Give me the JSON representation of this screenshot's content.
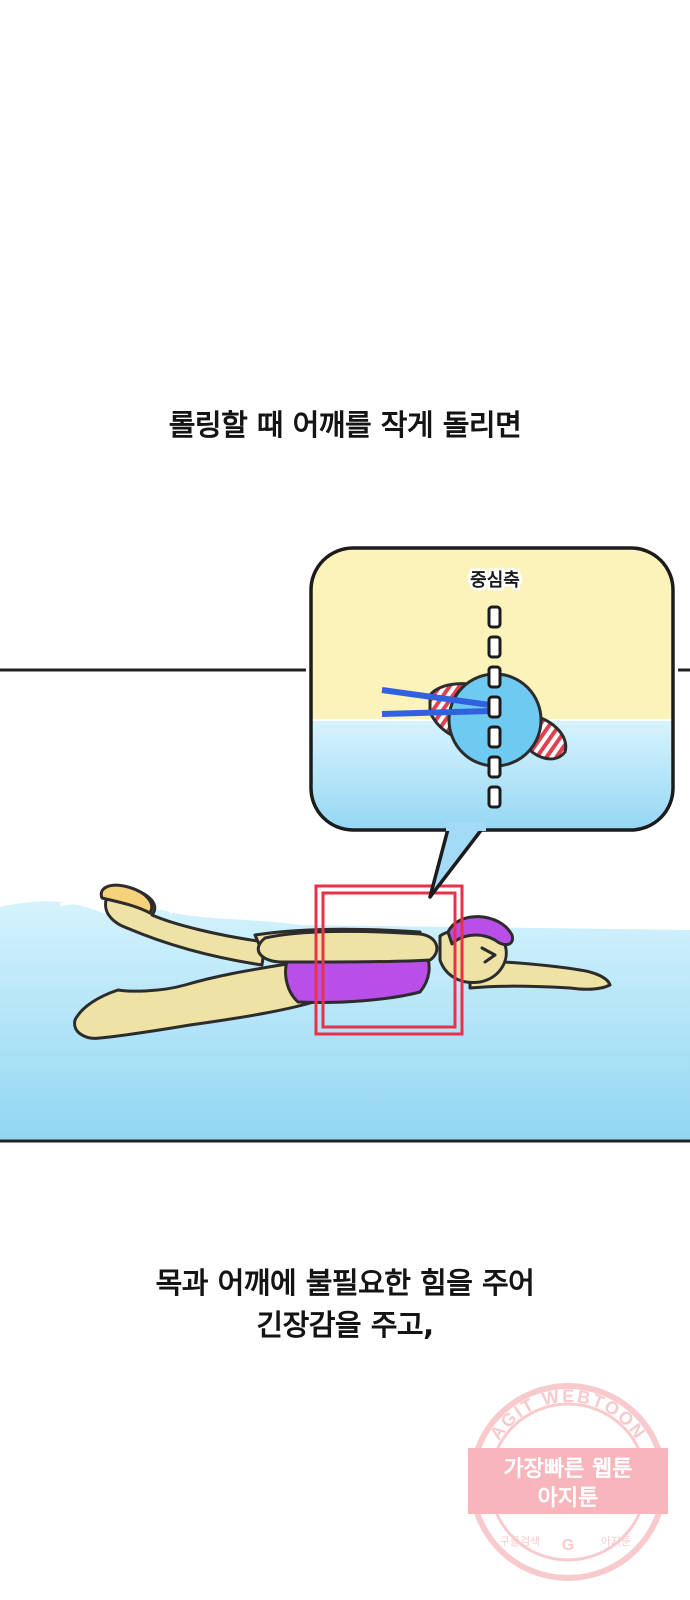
{
  "captions": {
    "top": "롤링할 때 어깨를 작게 돌리면",
    "bottom_line1": "목과 어깨에 불필요한 힘을 주어",
    "bottom_line2": "긴장감을 주고,"
  },
  "callout": {
    "label": "중심축"
  },
  "watermark": {
    "arc_text": "AGIT WEBTOON",
    "line1": "가장빠른 웹툰",
    "line2": "아지툰",
    "small_left": "구글검색",
    "small_center": "G",
    "small_right": "아지툰"
  },
  "colors": {
    "water_light": "#c8eefa",
    "water_dark": "#92d6f3",
    "sky_yellow": "#fbf3b9",
    "skin": "#eee2a4",
    "swimsuit": "#b94ee8",
    "highlight_red": "#e8324a",
    "axis_blue": "#2f61e0",
    "head_blue": "#6fcaf2",
    "watermark_pink": "#f4a0a6"
  }
}
